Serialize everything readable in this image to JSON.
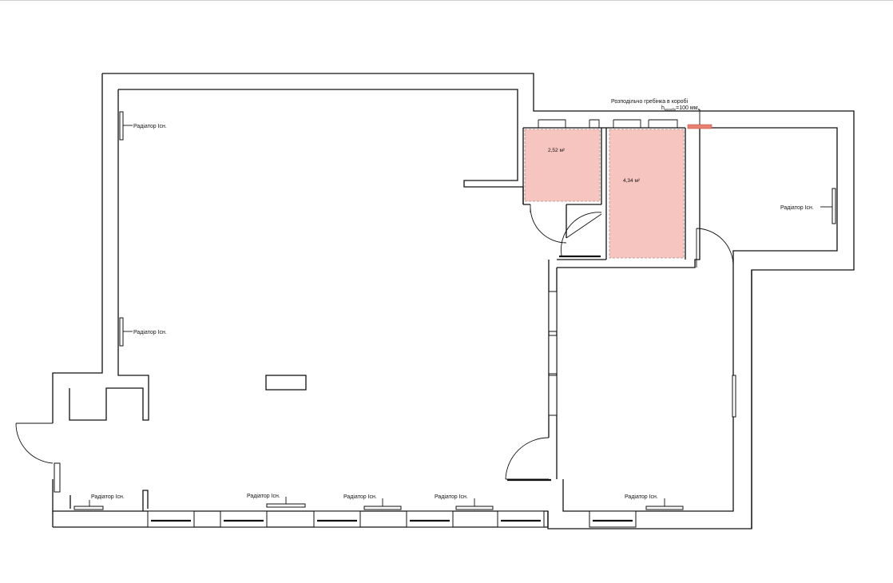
{
  "plan": {
    "radiator_label": "Радіатор Існ.",
    "rooms": [
      {
        "id": "wc-1",
        "area_label": "2,52 м²"
      },
      {
        "id": "wc-2",
        "area_label": "4,34 м²"
      }
    ],
    "manifold_note": {
      "line1": "Розподільчо гребінка в коробі",
      "line2": "h",
      "line2_sub": "коробу",
      "line2_rest": "=100 мм."
    },
    "colors": {
      "wet_zone_fill": "#f7c5c0",
      "manifold_marker": "#e8806f",
      "walls": "#111111"
    }
  }
}
